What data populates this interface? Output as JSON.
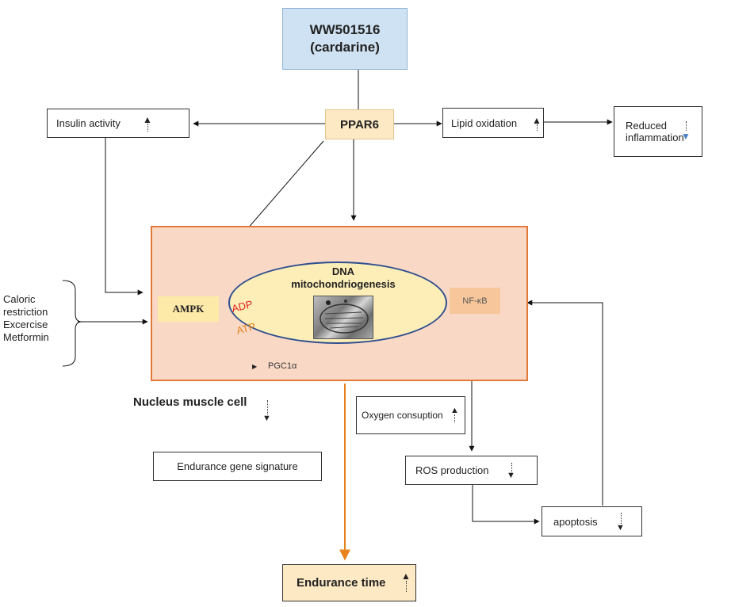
{
  "drug": {
    "name": "WW501516",
    "alias": "(cardarine)"
  },
  "receptor": {
    "label": "PPAR6"
  },
  "effects": {
    "insulin": "Insulin activity",
    "lipid": "Lipid oxidation",
    "inflammation_line1": "Reduced",
    "inflammation_line2": "inflammation"
  },
  "cell": {
    "ampk": "AMPK",
    "adp": "ADP",
    "atp": "ATP",
    "dna": "DNA",
    "mito": "mitochondriogenesis",
    "nfkb": "NF-κB",
    "pgc": "PGC1α",
    "nucleus": "Nucleus muscle cell"
  },
  "inputs": {
    "line1": "Caloric",
    "line2": "restriction",
    "line3": "Excercise",
    "line4": "Metformin"
  },
  "outputs": {
    "oxygen": "Oxygen consuption",
    "endurance_gene": "Endurance gene signature",
    "ros": "ROS production",
    "apoptosis": "apoptosis",
    "endurance_time": "Endurance time"
  },
  "colors": {
    "drug_box": "#cfe2f3",
    "receptor_box": "#fde9c4",
    "cell_fill": "#f9d9c6",
    "cell_border": "#e07a3a",
    "ellipse_fill": "#fdeeb8",
    "ellipse_border": "#2f4f8f",
    "adp_red": "#e02020",
    "atp_orange": "#e8821e",
    "blue_arrow": "#4a7fc8"
  }
}
